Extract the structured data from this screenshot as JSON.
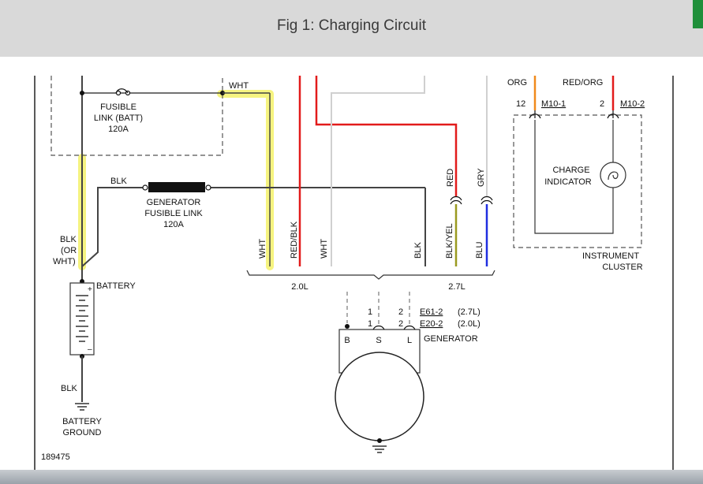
{
  "header": {
    "title": "Fig 1: Charging Circuit"
  },
  "diagram": {
    "fusible_link_batt": [
      "FUSIBLE",
      "LINK (BATT)",
      "120A"
    ],
    "wht_top": "WHT",
    "blk_top": "BLK",
    "generator_fusible_link": [
      "GENERATOR",
      "FUSIBLE LINK",
      "120A"
    ],
    "blk_or_wht": [
      "BLK",
      "(OR",
      "WHT)"
    ],
    "battery_label": "BATTERY",
    "battery_plus": "+",
    "battery_minus": "–",
    "blk_bottom": "BLK",
    "battery_ground": [
      "BATTERY",
      "GROUND"
    ],
    "figure_id": "189475",
    "wire_labels": {
      "wht_a": "WHT",
      "red_blk": "RED/BLK",
      "wht_b": "WHT",
      "blk": "BLK",
      "blk_yel": "BLK/YEL",
      "blu": "BLU",
      "red": "RED",
      "gry": "GRY"
    },
    "engine_20": "2.0L",
    "engine_27": "2.7L",
    "connector_e61": "E61-2",
    "connector_e61_note": "(2.7L)",
    "connector_e20": "E20-2",
    "connector_e20_note": "(2.0L)",
    "pin_1a": "1",
    "pin_1b": "1",
    "pin_2a": "2",
    "pin_2b": "2",
    "generator_label": "GENERATOR",
    "term_b": "B",
    "term_s": "S",
    "term_l": "L",
    "org": "ORG",
    "red_org": "RED/ORG",
    "pin_12": "12",
    "conn_m10_1": "M10-1",
    "pin_2c": "2",
    "conn_m10_2": "M10-2",
    "charge_indicator": [
      "CHARGE",
      "INDICATOR"
    ],
    "instrument_cluster": [
      "INSTRUMENT",
      "CLUSTER"
    ],
    "colors": {
      "highlight": "#f4f26a",
      "red": "#e21b1b",
      "blue": "#1f2ee0",
      "orange": "#f08a1c",
      "olive": "#9a9a20",
      "gray_wire": "#d0d0d0",
      "dark_wire": "#444444"
    }
  }
}
